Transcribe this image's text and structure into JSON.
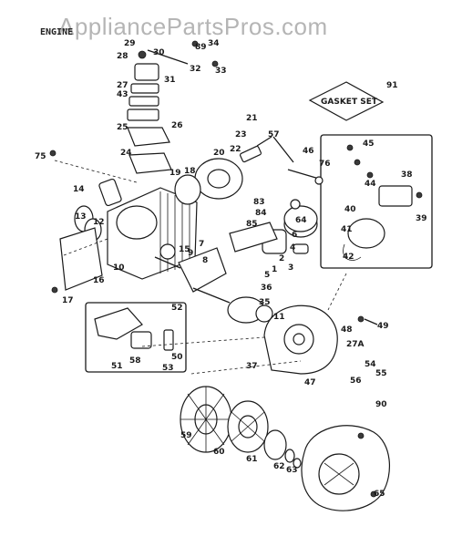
{
  "watermark": "AppliancePartsPros.com",
  "corner_label": "ENGINE",
  "gasket_set_label": "GASKET SET",
  "part_labels": [
    "1",
    "2",
    "3",
    "4",
    "5",
    "6",
    "7",
    "8",
    "9",
    "10",
    "11",
    "12",
    "13",
    "14",
    "15",
    "16",
    "17",
    "18",
    "19",
    "20",
    "21",
    "22",
    "23",
    "24",
    "25",
    "26",
    "27",
    "28",
    "29",
    "30",
    "31",
    "32",
    "33",
    "34",
    "35",
    "36",
    "37",
    "38",
    "39",
    "40",
    "41",
    "42",
    "43",
    "44",
    "45",
    "46",
    "47",
    "48",
    "49",
    "50",
    "51",
    "52",
    "53",
    "54",
    "55",
    "56",
    "57",
    "58",
    "59",
    "60",
    "61",
    "62",
    "63",
    "64",
    "65",
    "75",
    "76",
    "83",
    "84",
    "85",
    "89",
    "90",
    "91",
    "27A"
  ]
}
